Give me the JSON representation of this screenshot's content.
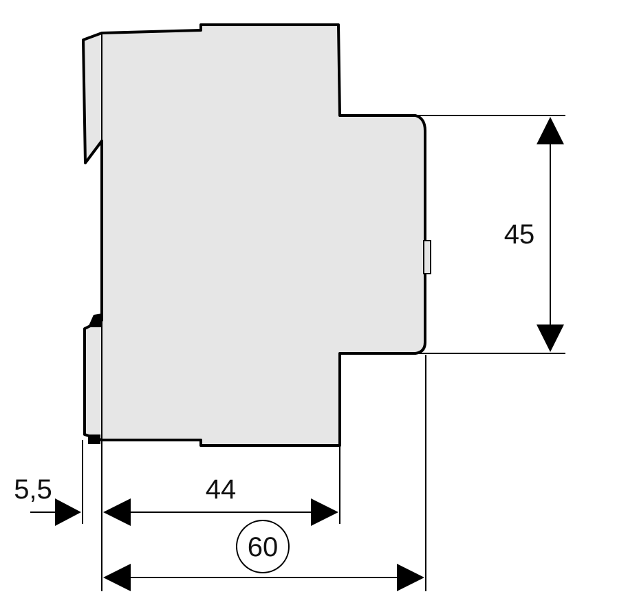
{
  "colors": {
    "body_fill": "#e6e6e6",
    "outline": "#000000",
    "background": "#ffffff"
  },
  "dimensions": {
    "height_label": "45",
    "depth_label": "44",
    "offset_label": "5,5",
    "total_label": "60"
  }
}
